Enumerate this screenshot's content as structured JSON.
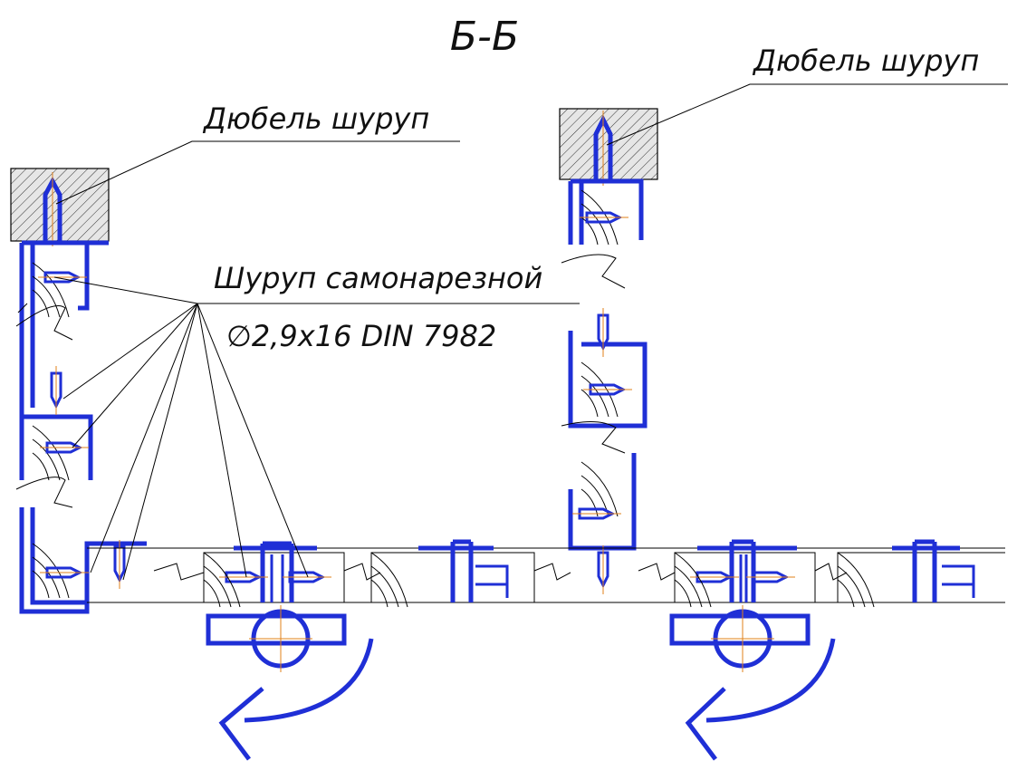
{
  "section_title": "Б-Б",
  "labels": {
    "dowel_left": "Дюбель шуруп",
    "dowel_right": "Дюбель шуруп",
    "screw_line1": "Шуруп самонарезной",
    "screw_line2": "∅2,9x16 DIN 7982"
  },
  "colors": {
    "profile": "#1f2fd6",
    "centerline": "#e0801a",
    "linework": "#000000"
  }
}
